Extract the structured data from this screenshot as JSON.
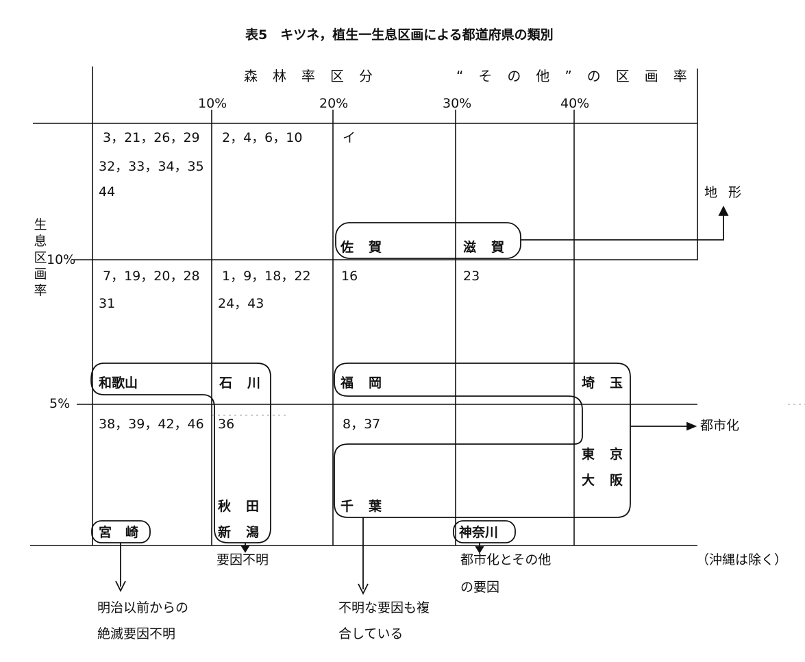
{
  "title": "表5　キツネ，植生一生息区画による都道府県の類別",
  "header": {
    "forest_label": "森林率区分",
    "other_label": "“その他”の区画率",
    "ticks": [
      "10%",
      "20%",
      "30%",
      "40%"
    ]
  },
  "y_axis": {
    "label": "生息区画率",
    "ticks": [
      "10%",
      "5%"
    ]
  },
  "cells": {
    "r1c1_a": "3，21，26，29",
    "r1c1_b": "32，33，34，35",
    "r1c1_c": "44",
    "r1c2": "2，4，6，10",
    "r1c3": "イ",
    "r2c1_a": "7，19，20，28",
    "r2c1_b": "31",
    "r2c2_a": "1，9，18，22",
    "r2c2_b": "24，43",
    "r2c3": "16",
    "r2c4": "23",
    "r3c1": "38，39，42，46",
    "r3c2": "36",
    "r3c3": "8，37"
  },
  "prefectures": {
    "saga": "佐賀",
    "shiga": "滋賀",
    "wakayama": "和歌山",
    "ishikawa": "石川",
    "fukuoka": "福岡",
    "saitama": "埼玉",
    "tokyo": "東京",
    "osaka": "大阪",
    "akita": "秋田",
    "niigata": "新潟",
    "chiba": "千葉",
    "miyazaki": "宮崎",
    "kanagawa": "神奈川"
  },
  "annotations": {
    "terrain": "地形",
    "urbanization": "都市化",
    "unknown_factor": "要因不明",
    "urban_other_1": "都市化とその他",
    "urban_other_2": "の要因",
    "excluding_okinawa": "（沖縄は除く）",
    "meiji_1": "明治以前からの",
    "meiji_2": "絶滅要因不明",
    "complex_1": "不明な要因も複",
    "complex_2": "合している"
  }
}
